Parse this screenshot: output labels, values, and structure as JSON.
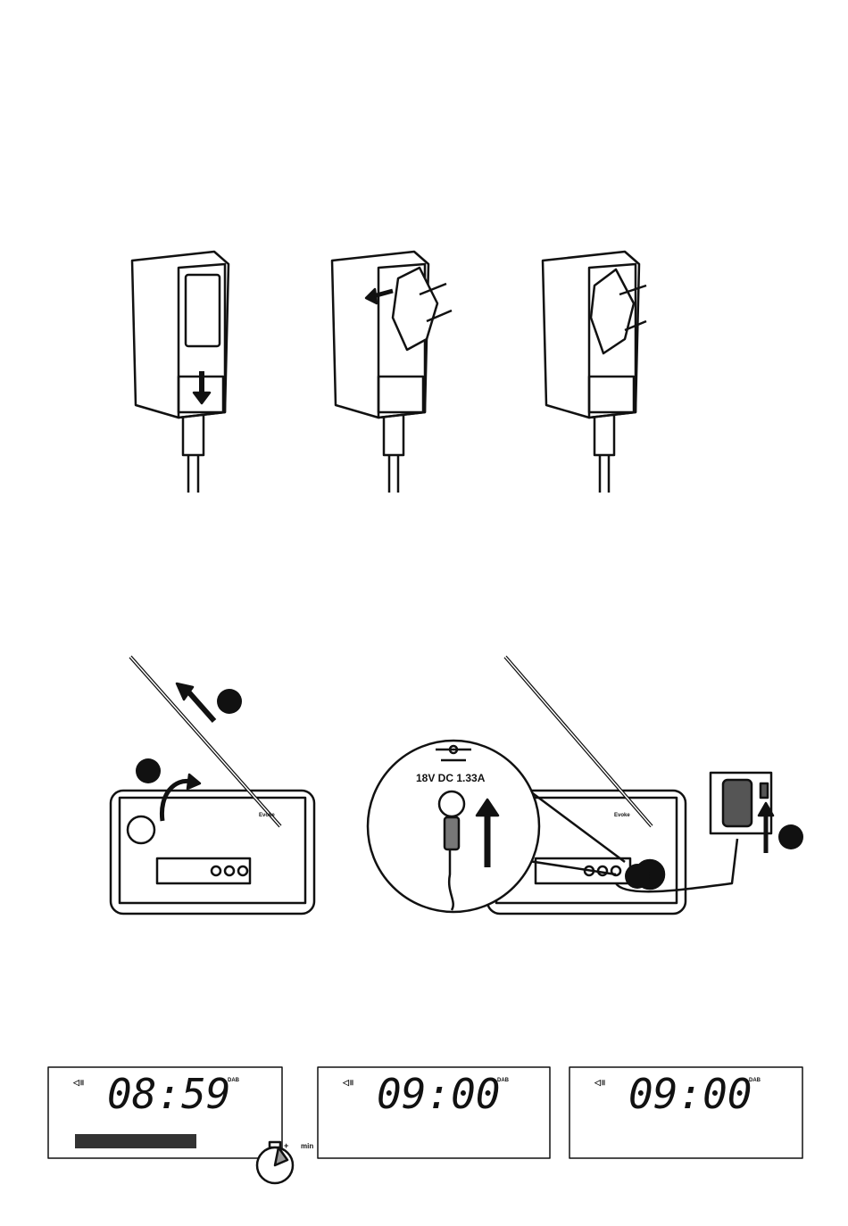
{
  "power_label": {
    "rating": "18V DC   1.33A"
  },
  "radio": {
    "brand": "Evoke"
  },
  "displays": [
    {
      "time": "08:59",
      "band": "DAB",
      "has_progress": true
    },
    {
      "time": "09:00",
      "band": "DAB",
      "has_progress": false
    },
    {
      "time": "09:00",
      "band": "DAB",
      "has_progress": false
    }
  ],
  "timer": {
    "plus": "+",
    "unit": "min"
  }
}
